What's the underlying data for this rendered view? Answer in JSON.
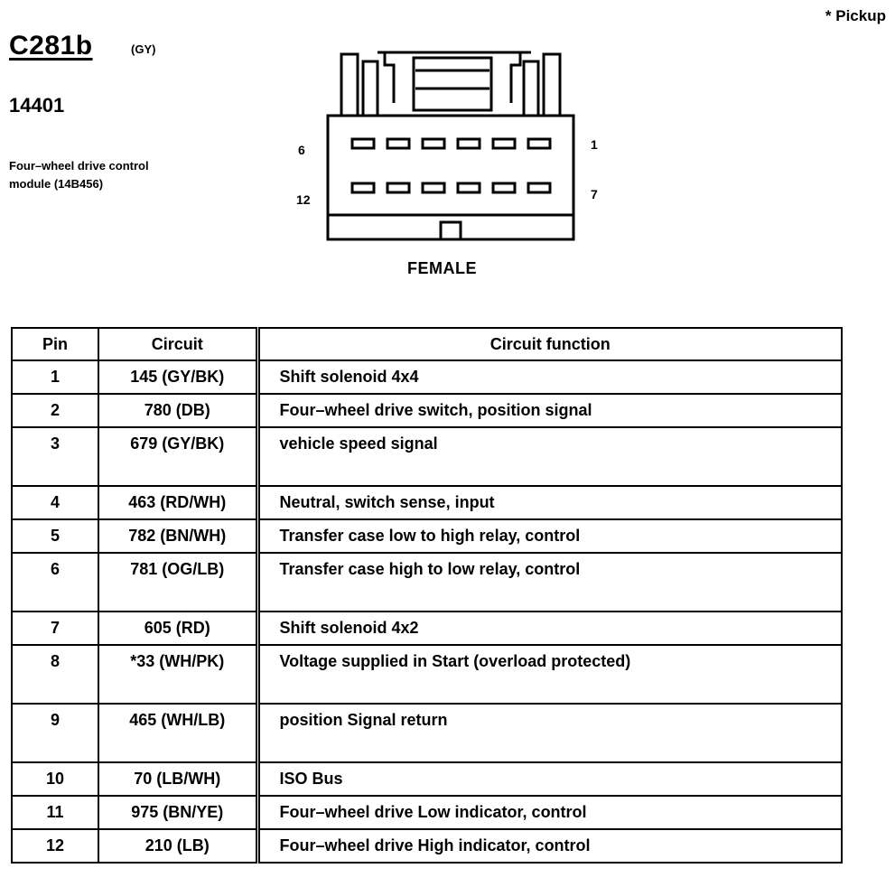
{
  "header": {
    "note": "* Pickup",
    "connector_id": "C281b",
    "connector_color": "(GY)",
    "part_number": "14401",
    "description_line1": "Four–wheel drive control",
    "description_line2": "module (14B456)"
  },
  "connector": {
    "label_top_left": "6",
    "label_top_right": "1",
    "label_bottom_left": "12",
    "label_bottom_right": "7",
    "gender": "FEMALE"
  },
  "table": {
    "headers": [
      "Pin",
      "Circuit",
      "Circuit function"
    ],
    "rows": [
      {
        "pin": "1",
        "circuit": "145 (GY/BK)",
        "function": "Shift solenoid 4x4",
        "tall": false
      },
      {
        "pin": "2",
        "circuit": "780 (DB)",
        "function": "Four–wheel drive switch, position signal",
        "tall": false
      },
      {
        "pin": "3",
        "circuit": "679 (GY/BK)",
        "function": "vehicle speed signal",
        "tall": true
      },
      {
        "pin": "4",
        "circuit": "463 (RD/WH)",
        "function": "Neutral, switch sense, input",
        "tall": false
      },
      {
        "pin": "5",
        "circuit": "782 (BN/WH)",
        "function": "Transfer case low to high relay, control",
        "tall": false
      },
      {
        "pin": "6",
        "circuit": "781 (OG/LB)",
        "function": "Transfer case high to low relay, control",
        "tall": true
      },
      {
        "pin": "7",
        "circuit": "605 (RD)",
        "function": "Shift solenoid 4x2",
        "tall": false
      },
      {
        "pin": "8",
        "circuit": "*33 (WH/PK)",
        "function": "Voltage supplied in Start (overload protected)",
        "tall": true
      },
      {
        "pin": "9",
        "circuit": "465 (WH/LB)",
        "function": "position Signal return",
        "tall": true
      },
      {
        "pin": "10",
        "circuit": "70 (LB/WH)",
        "function": "ISO Bus",
        "tall": false
      },
      {
        "pin": "11",
        "circuit": "975 (BN/YE)",
        "function": "Four–wheel drive Low indicator, control",
        "tall": false
      },
      {
        "pin": "12",
        "circuit": "210 (LB)",
        "function": "Four–wheel drive High indicator, control",
        "tall": false
      }
    ]
  }
}
